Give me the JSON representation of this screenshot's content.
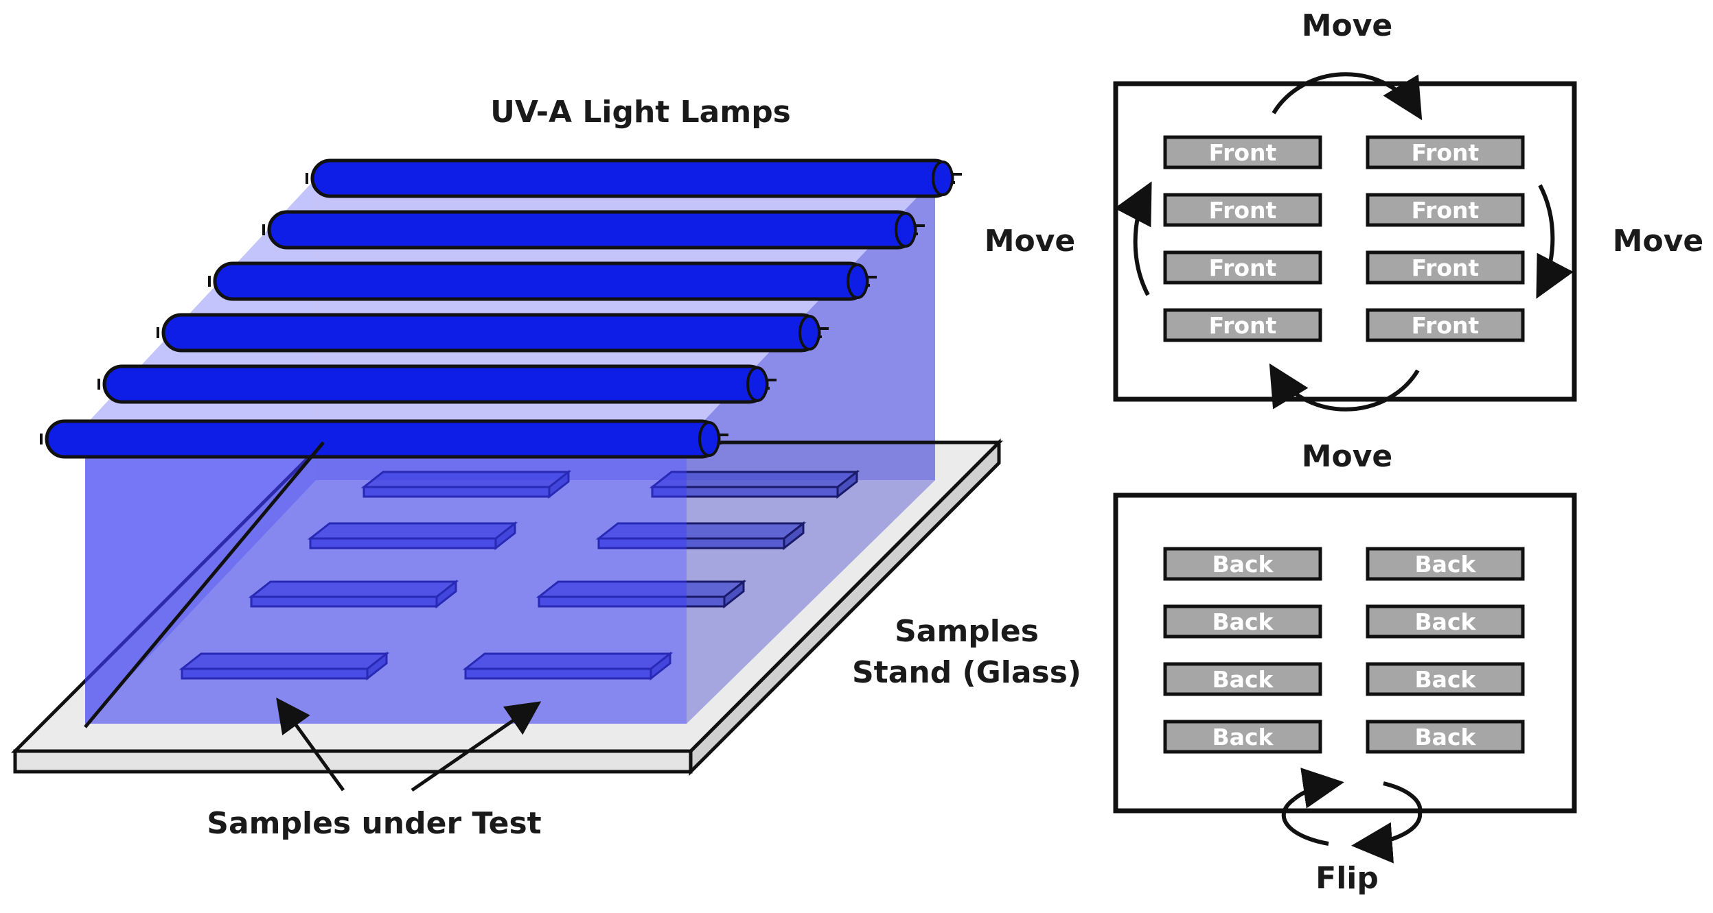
{
  "labels": {
    "lamps": "UV-A Light Lamps",
    "stand_line1": "Samples",
    "stand_line2": "Stand (Glass)",
    "samples_under_test": "Samples under Test",
    "move_top": "Move",
    "move_left": "Move",
    "move_right": "Move",
    "move_bottom": "Move",
    "flip": "Flip"
  },
  "front_panel": {
    "samples": [
      "Front",
      "Front",
      "Front",
      "Front",
      "Front",
      "Front",
      "Front",
      "Front"
    ]
  },
  "back_panel": {
    "samples": [
      "Back",
      "Back",
      "Back",
      "Back",
      "Back",
      "Back",
      "Back",
      "Back"
    ]
  },
  "colors": {
    "lamp": "#0f1ee6",
    "light_volume": "#5a5cf0",
    "sample_block": "#4a4fd0",
    "stand": "#ececec",
    "sample_rect": "#a6a6a6",
    "outline": "#111111"
  }
}
